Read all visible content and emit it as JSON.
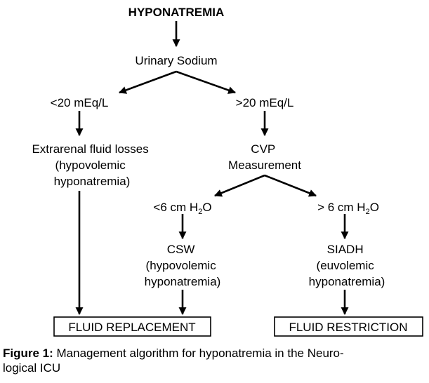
{
  "title": "HYPONATREMIA",
  "urinary_sodium": "Urinary Sodium",
  "low_sodium": "<20 mEq/L",
  "high_sodium": ">20 mEq/L",
  "extrarenal": [
    "Extrarenal fluid losses",
    "(hypovolemic",
    "hyponatremia)"
  ],
  "cvp": [
    "CVP",
    "Measurement"
  ],
  "low_cvp": {
    "prefix": "<6 cm H",
    "sub": "2",
    "suffix": "O"
  },
  "high_cvp": {
    "prefix": "> 6 cm H",
    "sub": "2",
    "suffix": "O"
  },
  "csw": [
    "CSW",
    "(hypovolemic",
    "hyponatremia)"
  ],
  "siadh": [
    "SIADH",
    "(euvolemic",
    "hyponatremia)"
  ],
  "fluid_replacement": "FLUID REPLACEMENT",
  "fluid_restriction": "FLUID RESTRICTION",
  "caption": {
    "label": "Figure 1:",
    "line1": " Management algorithm for hyponatremia in the Neuro-",
    "line2": "logical ICU"
  }
}
